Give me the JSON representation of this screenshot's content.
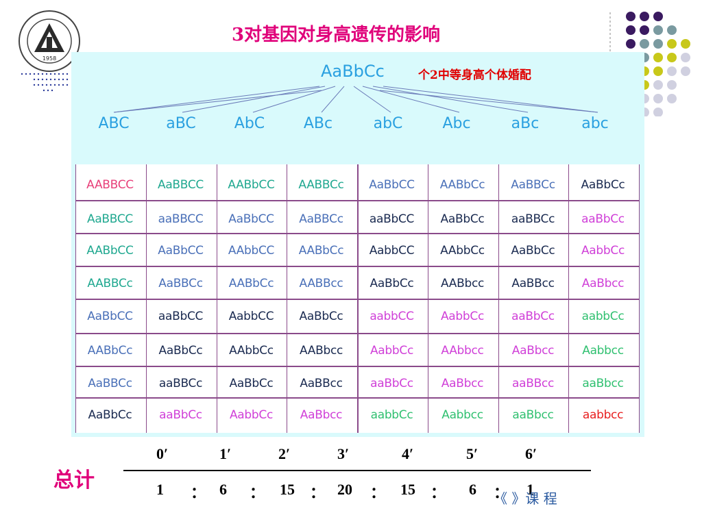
{
  "title": "3对基因对身高遗传的影响",
  "parent": "AaBbCc",
  "note": "个2中等身高个体婚配",
  "gametes": [
    "ABC",
    "aBC",
    "AbC",
    "ABc",
    "abC",
    "Abc",
    "aBc",
    "abc"
  ],
  "grid": [
    [
      "AABBCC",
      "AaBBCC",
      "AABbCC",
      "AABBCc",
      "AaBbCC",
      "AABbCc",
      "AaBBCc",
      "AaBbCc"
    ],
    [
      "AaBBCC",
      "aaBBCC",
      "AaBbCC",
      "AaBBCc",
      "aaBbCC",
      "AaBbCc",
      "aaBBCc",
      "aaBbCc"
    ],
    [
      "AABbCC",
      "AaBbCC",
      "AAbbCC",
      "AABbCc",
      "AabbCC",
      "AAbbCc",
      "AaBbCc",
      "AabbCc"
    ],
    [
      "AABBCc",
      "AaBBCc",
      "AABbCc",
      "AABBcc",
      "AaBbCc",
      "AABbcc",
      "AaBBcc",
      "AaBbcc"
    ],
    [
      "AaBbCC",
      "aaBbCC",
      "AabbCC",
      "AaBbCc",
      "aabbCC",
      "AabbCc",
      "aaBbCc",
      "aabbCc"
    ],
    [
      "AABbCc",
      "AaBbCc",
      "AAbbCc",
      "AABbcc",
      "AabbCc",
      "AAbbcc",
      "AaBbcc",
      "Aabbcc"
    ],
    [
      "AaBBCc",
      "aaBBCc",
      "AaBbCc",
      "AaBBcc",
      "aaBbCc",
      "AaBbcc",
      "aaBBcc",
      "aaBbcc"
    ],
    [
      "AaBbCc",
      "aaBbCc",
      "AabbCc",
      "AaBbcc",
      "aabbCc",
      "Aabbcc",
      "aaBbcc",
      "aabbcc"
    ]
  ],
  "dominant_colors": {
    "6": "#e8407a",
    "5": "#20a890",
    "4": "#4a70b8",
    "3": "#1a2a50",
    "2": "#d040d8",
    "1": "#30c070",
    "0": "#e82020"
  },
  "ratio": {
    "total_label": "总计",
    "classes": [
      "0′",
      "1′",
      "2′",
      "3′",
      "4′",
      "5′",
      "6′"
    ],
    "values": [
      "1",
      "6",
      "15",
      "20",
      "15",
      "6",
      "1"
    ],
    "separator": "："
  },
  "course_label": "《 》课 程"
}
